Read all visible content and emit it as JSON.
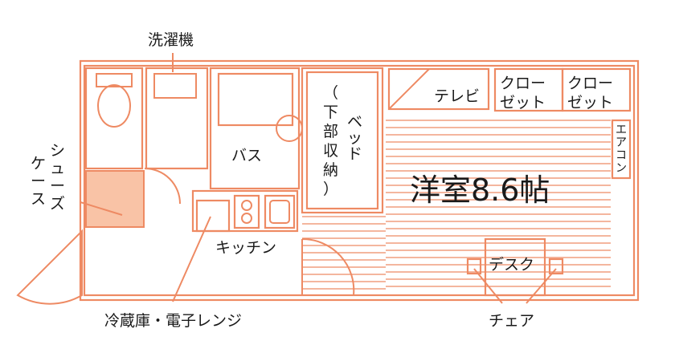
{
  "colors": {
    "wall": "#ee8a63",
    "wall_fill": "#f9c3a6",
    "floor_lines": "#ee8a63",
    "text": "#1a1a1a",
    "background": "#ffffff"
  },
  "labels": {
    "washing_machine": "洗濯機",
    "shoe_case": [
      "シュ",
      "ケース",
      "ズ"
    ],
    "shoe_case_chars": [
      "シ",
      "ュ",
      "ー",
      "ズ",
      "ケ",
      "ー",
      "ス"
    ],
    "bath": "バス",
    "bed": [
      "ベ",
      "ッ",
      "ド"
    ],
    "bed_storage": [
      "（",
      "下",
      "部",
      "収",
      "納",
      "）"
    ],
    "kitchen": "キッチン",
    "fridge_microwave": "冷蔵庫・電子レンジ",
    "tv": "テレビ",
    "closet_1": [
      "クロー",
      "ゼット"
    ],
    "closet_2": [
      "クロー",
      "ゼット"
    ],
    "aircon": [
      "エ",
      "ア",
      "コ",
      "ン"
    ],
    "room": "洋室8.6帖",
    "desk": "デスク",
    "chair": "チェア"
  },
  "icons": {
    "toilet": "toilet-icon",
    "washing_machine_pan": "washer-pan-icon",
    "bathtub": "bathtub-icon",
    "stove": "stove-icon",
    "sink": "sink-icon"
  }
}
